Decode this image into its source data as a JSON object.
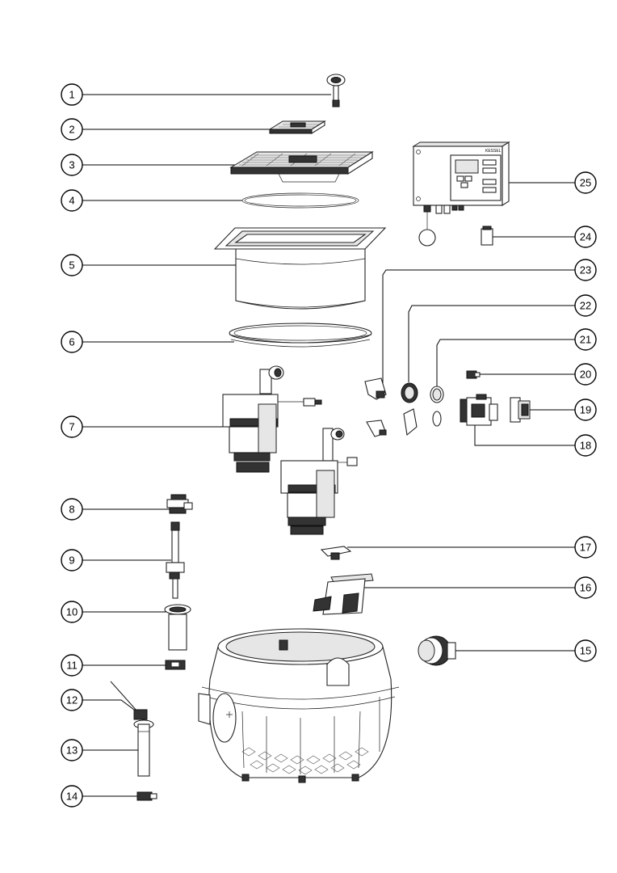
{
  "callouts": [
    {
      "n": "1"
    },
    {
      "n": "2"
    },
    {
      "n": "3"
    },
    {
      "n": "4"
    },
    {
      "n": "5"
    },
    {
      "n": "6"
    },
    {
      "n": "7"
    },
    {
      "n": "8"
    },
    {
      "n": "9"
    },
    {
      "n": "10"
    },
    {
      "n": "11"
    },
    {
      "n": "12"
    },
    {
      "n": "13"
    },
    {
      "n": "14"
    },
    {
      "n": "15"
    },
    {
      "n": "16"
    },
    {
      "n": "17"
    },
    {
      "n": "18"
    },
    {
      "n": "19"
    },
    {
      "n": "20"
    },
    {
      "n": "21"
    },
    {
      "n": "22"
    },
    {
      "n": "23"
    },
    {
      "n": "24"
    },
    {
      "n": "25"
    }
  ],
  "controller_brand": "KESSEL"
}
